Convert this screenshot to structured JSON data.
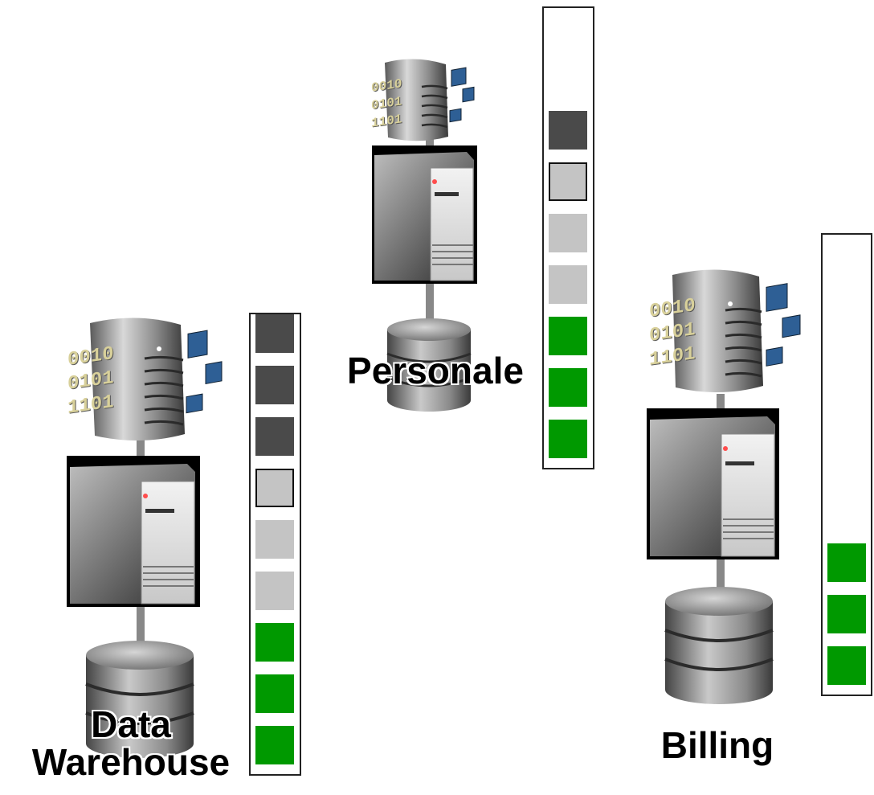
{
  "systems": [
    {
      "id": "data-warehouse",
      "label_lines": [
        "Data",
        "Warehouse"
      ],
      "binary": [
        "0010",
        "0101",
        "1101"
      ],
      "queue": [
        "dark",
        "dark",
        "dark",
        "light-outlined",
        "light",
        "light",
        "green",
        "green",
        "green"
      ]
    },
    {
      "id": "personale",
      "label_lines": [
        "Personale"
      ],
      "binary": [
        "0010",
        "0101",
        "1101"
      ],
      "queue": [
        "dark",
        "light-outlined",
        "light",
        "light",
        "green",
        "green",
        "green"
      ]
    },
    {
      "id": "billing",
      "label_lines": [
        "Billing"
      ],
      "binary": [
        "0010",
        "0101",
        "1101"
      ],
      "queue": [
        "green",
        "green",
        "green"
      ]
    }
  ],
  "colors": {
    "dark": "#4a4a4a",
    "light": "#c4c4c4",
    "green": "#009900",
    "packet": "#2e5f95",
    "binary_text": "#d8d09a"
  },
  "icons": [
    "server-icon",
    "cpu-tower-icon",
    "database-icon",
    "binary-data-icon",
    "data-packet-icon"
  ]
}
